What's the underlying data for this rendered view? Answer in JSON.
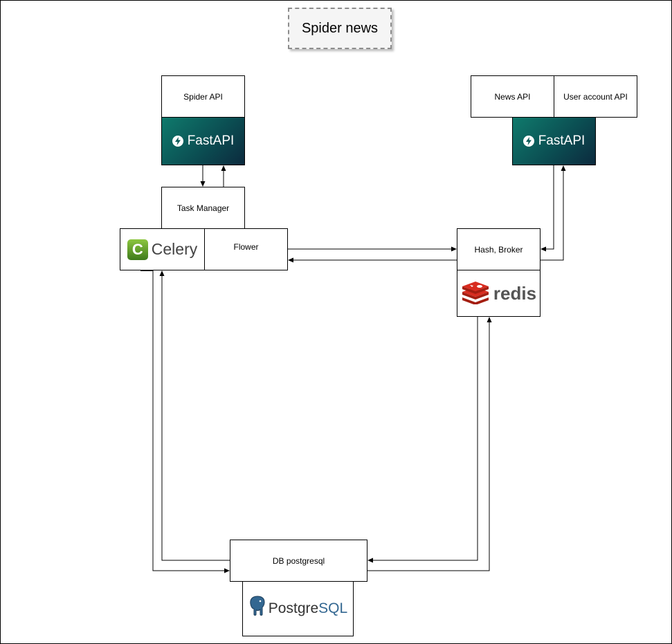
{
  "title": "Spider news",
  "spider_api": {
    "label": "Spider API",
    "framework": "FastAPI",
    "task_manager": "Task Manager",
    "worker": "Celery",
    "monitor": "Flower"
  },
  "public_api": {
    "news_label": "News API",
    "user_label": "User account API",
    "framework": "FastAPI"
  },
  "cache": {
    "label": "Hash, Broker",
    "product": "redis"
  },
  "database": {
    "label": "DB postgresql",
    "product_prefix": "Postgre",
    "product_suffix": "SQL"
  },
  "colors": {
    "fastapi_bg": "#0b4f53",
    "celery_green": "#5a9a2a",
    "redis_red": "#c6302b",
    "postgres_blue": "#336791"
  }
}
